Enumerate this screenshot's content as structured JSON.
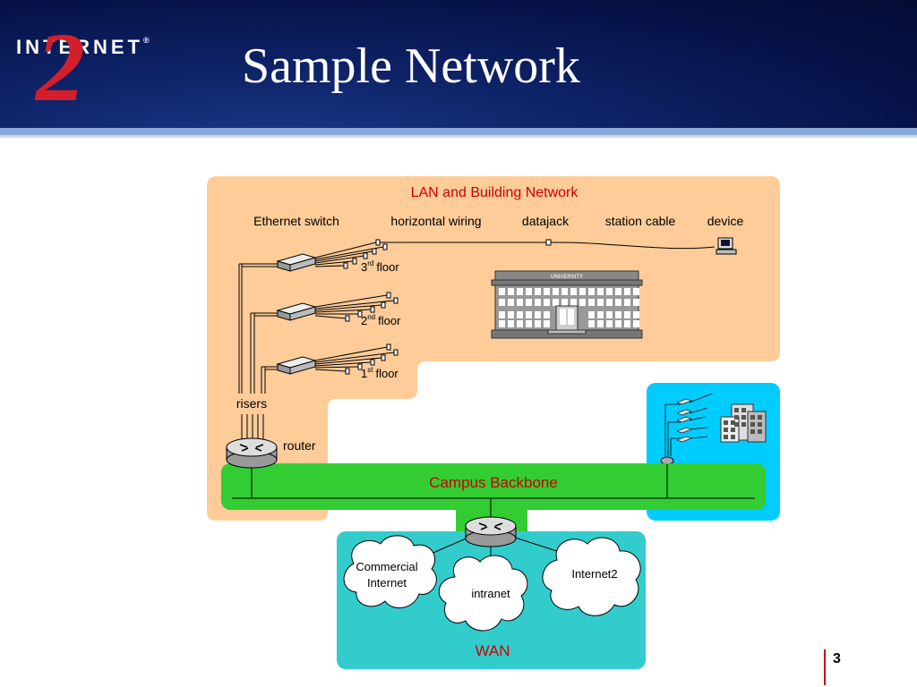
{
  "slide": {
    "title": "Sample Network",
    "page_number": "3"
  },
  "logo": {
    "text": "INTERNET",
    "mark": "2",
    "registered": "®"
  },
  "lan": {
    "title": "LAN and Building Network",
    "column_labels": [
      "Ethernet switch",
      "horizontal wiring",
      "datajack",
      "station cable",
      "device"
    ],
    "floors": [
      {
        "label": "3",
        "suffix": "rd",
        "word": "floor"
      },
      {
        "label": "2",
        "suffix": "nd",
        "word": "floor"
      },
      {
        "label": "1",
        "suffix": "st",
        "word": "floor"
      }
    ],
    "risers_label": "risers",
    "router_label": "router",
    "building_sign": "UNIVERSITY"
  },
  "backbone": {
    "label": "Campus Backbone"
  },
  "wan": {
    "label": "WAN",
    "clouds": [
      "Commercial Internet",
      "intranet",
      "Internet2"
    ]
  },
  "colors": {
    "lan_fill": "#fdcc99",
    "backbone_green": "#33cc33",
    "wan_fill": "#33cccc",
    "remote_fill": "#00ccff",
    "red_text": "#cc0000"
  }
}
